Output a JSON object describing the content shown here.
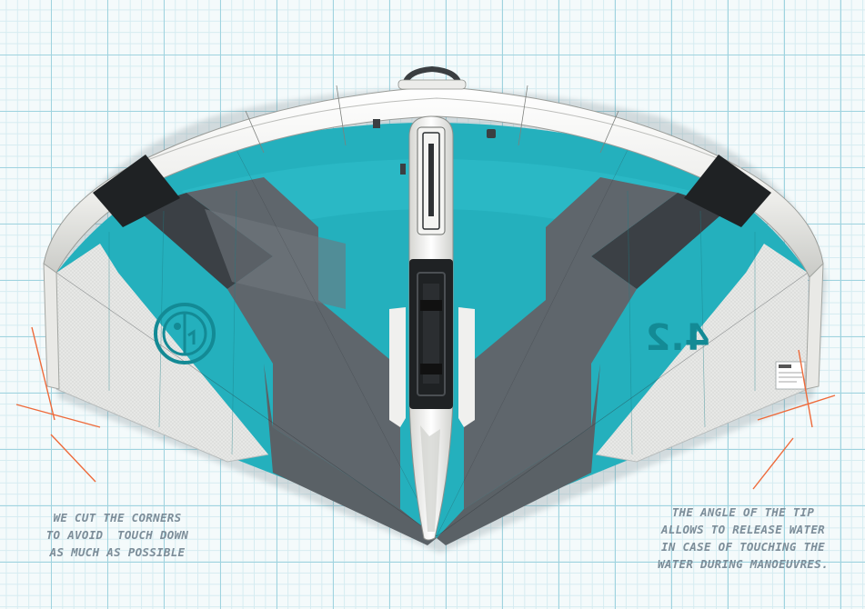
{
  "wing": {
    "size_label": "4.2",
    "colors": {
      "teal": "#24b0bd",
      "dark_teal": "#138a95",
      "grey": "#5f666c",
      "dark_grey": "#3b4045",
      "leading_edge": "#f2f2ef",
      "black": "#1f2224",
      "accent_line": "#ee6a3a"
    }
  },
  "annotations": {
    "left": "WE CUT THE CORNERS\nTO AVOID  TOUCH DOWN\nAS MUCH AS POSSIBLE",
    "right": "THE ANGLE OF THE TIP\nALLOWS TO RELEASE WATER\nIN CASE OF TOUCHING THE\nWATER DURING MANOEUVRES."
  }
}
